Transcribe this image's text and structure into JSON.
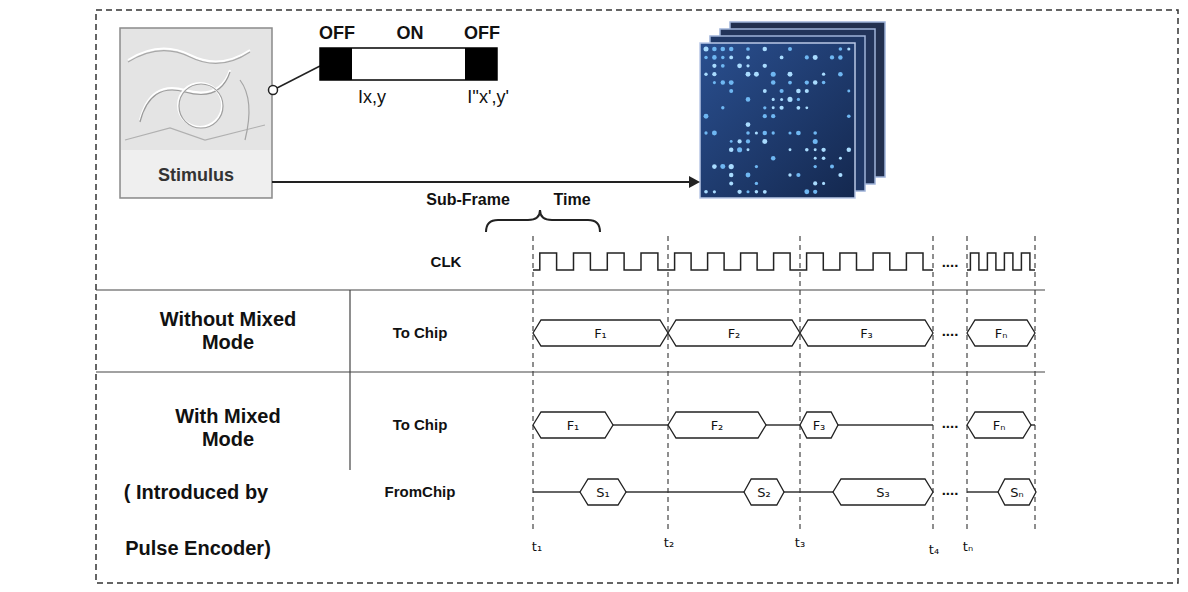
{
  "diagram": {
    "nodes": [
      {
        "text": [
          "Stimulus"
        ]
      },
      {
        "text": [
          "F₁"
        ]
      },
      {
        "text": [
          "F₂"
        ]
      },
      {
        "text": [
          "F₃"
        ]
      },
      {
        "text": [
          "Fₙ"
        ]
      },
      {
        "text": [
          "F₁"
        ]
      },
      {
        "text": [
          "F₂"
        ]
      },
      {
        "text": [
          "F₃"
        ]
      },
      {
        "text": [
          "Fₙ"
        ]
      },
      {
        "text": [
          "S₁"
        ]
      },
      {
        "text": [
          "S₂"
        ]
      },
      {
        "text": [
          "S₃"
        ]
      },
      {
        "text": [
          "Sₙ"
        ]
      }
    ],
    "labels": [
      "OFF",
      "ON",
      "OFF",
      "Ix,y",
      "I''x',y'",
      "Sub-Frame",
      "Time",
      "CLK",
      "....",
      "Without Mixed Mode",
      "To Chip",
      "....",
      "With Mixed Mode",
      "To Chip",
      "....",
      "( Introduced by",
      "FromChip",
      "....",
      "Pulse Encoder)",
      "t₁",
      "t₂",
      "t₃",
      "t₄",
      "tₙ"
    ]
  }
}
